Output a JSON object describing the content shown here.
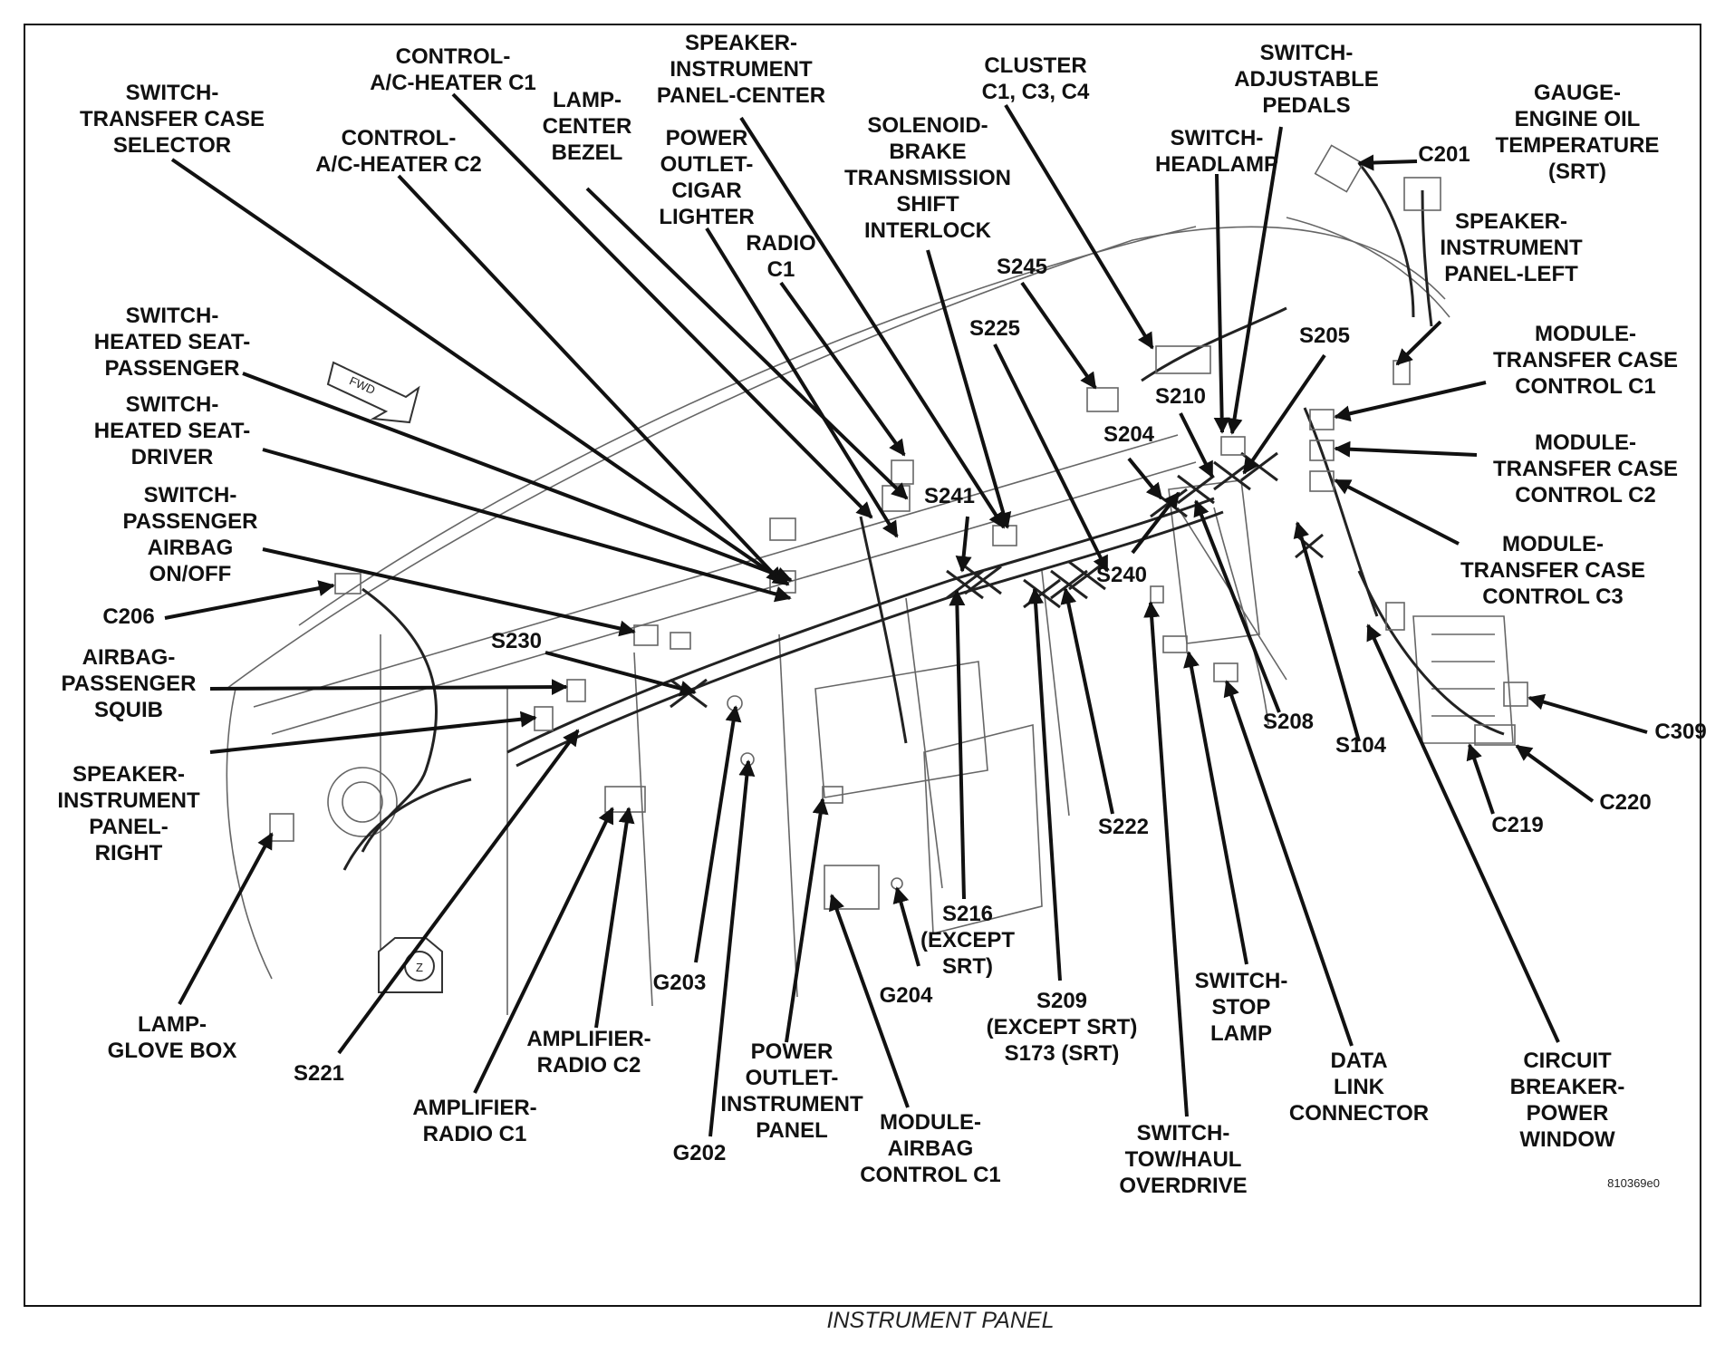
{
  "caption": "INSTRUMENT PANEL",
  "drawing_code": "810369e0",
  "fwd_label": "FWD",
  "ground_symbol": "Z",
  "labels": [
    {
      "id": "switch-transfer-case-selector",
      "lines": [
        "SWITCH-",
        "TRANSFER CASE",
        "SELECTOR"
      ]
    },
    {
      "id": "control-ac-heater-c1",
      "lines": [
        "CONTROL-",
        "A/C-HEATER C1"
      ]
    },
    {
      "id": "control-ac-heater-c2",
      "lines": [
        "CONTROL-",
        "A/C-HEATER C2"
      ]
    },
    {
      "id": "lamp-center-bezel",
      "lines": [
        "LAMP-",
        "CENTER",
        "BEZEL"
      ]
    },
    {
      "id": "speaker-instrument-panel-center",
      "lines": [
        "SPEAKER-",
        "INSTRUMENT",
        "PANEL-CENTER"
      ]
    },
    {
      "id": "power-outlet-cigar-lighter",
      "lines": [
        "POWER",
        "OUTLET-",
        "CIGAR",
        "LIGHTER"
      ]
    },
    {
      "id": "radio-c1",
      "lines": [
        "RADIO",
        "C1"
      ]
    },
    {
      "id": "solenoid-brake-transmission-shift-interlock",
      "lines": [
        "SOLENOID-",
        "BRAKE",
        "TRANSMISSION",
        "SHIFT",
        "INTERLOCK"
      ]
    },
    {
      "id": "cluster-c1-c3-c4",
      "lines": [
        "CLUSTER",
        "C1, C3, C4"
      ]
    },
    {
      "id": "switch-adjustable-pedals",
      "lines": [
        "SWITCH-",
        "ADJUSTABLE",
        "PEDALS"
      ]
    },
    {
      "id": "switch-headlamp",
      "lines": [
        "SWITCH-",
        "HEADLAMP"
      ]
    },
    {
      "id": "c201",
      "lines": [
        "C201"
      ]
    },
    {
      "id": "gauge-engine-oil-temperature",
      "lines": [
        "GAUGE-",
        "ENGINE OIL",
        "TEMPERATURE",
        "(SRT)"
      ]
    },
    {
      "id": "speaker-instrument-panel-left",
      "lines": [
        "SPEAKER-",
        "INSTRUMENT",
        "PANEL-LEFT"
      ]
    },
    {
      "id": "s245",
      "lines": [
        "S245"
      ]
    },
    {
      "id": "s225",
      "lines": [
        "S225"
      ]
    },
    {
      "id": "s205",
      "lines": [
        "S205"
      ]
    },
    {
      "id": "s210",
      "lines": [
        "S210"
      ]
    },
    {
      "id": "s204",
      "lines": [
        "S204"
      ]
    },
    {
      "id": "module-transfer-case-control-c1",
      "lines": [
        "MODULE-",
        "TRANSFER CASE",
        "CONTROL C1"
      ]
    },
    {
      "id": "module-transfer-case-control-c2",
      "lines": [
        "MODULE-",
        "TRANSFER CASE",
        "CONTROL C2"
      ]
    },
    {
      "id": "module-transfer-case-control-c3",
      "lines": [
        "MODULE-",
        "TRANSFER CASE",
        "CONTROL C3"
      ]
    },
    {
      "id": "switch-heated-seat-passenger",
      "lines": [
        "SWITCH-",
        "HEATED SEAT-",
        "PASSENGER"
      ]
    },
    {
      "id": "switch-heated-seat-driver",
      "lines": [
        "SWITCH-",
        "HEATED SEAT-",
        "DRIVER"
      ]
    },
    {
      "id": "switch-passenger-airbag-on-off",
      "lines": [
        "SWITCH-",
        "PASSENGER",
        "AIRBAG",
        "ON/OFF"
      ]
    },
    {
      "id": "c206",
      "lines": [
        "C206"
      ]
    },
    {
      "id": "s241",
      "lines": [
        "S241"
      ]
    },
    {
      "id": "s240",
      "lines": [
        "S240"
      ]
    },
    {
      "id": "s230",
      "lines": [
        "S230"
      ]
    },
    {
      "id": "airbag-passenger-squib",
      "lines": [
        "AIRBAG-",
        "PASSENGER",
        "SQUIB"
      ]
    },
    {
      "id": "speaker-instrument-panel-right",
      "lines": [
        "SPEAKER-",
        "INSTRUMENT",
        "PANEL-",
        "RIGHT"
      ]
    },
    {
      "id": "s208",
      "lines": [
        "S208"
      ]
    },
    {
      "id": "s104",
      "lines": [
        "S104"
      ]
    },
    {
      "id": "c309",
      "lines": [
        "C309"
      ]
    },
    {
      "id": "c220",
      "lines": [
        "C220"
      ]
    },
    {
      "id": "c219",
      "lines": [
        "C219"
      ]
    },
    {
      "id": "s222",
      "lines": [
        "S222"
      ]
    },
    {
      "id": "s216",
      "lines": [
        "S216",
        "(EXCEPT",
        "SRT)"
      ]
    },
    {
      "id": "g203",
      "lines": [
        "G203"
      ]
    },
    {
      "id": "g204",
      "lines": [
        "G204"
      ]
    },
    {
      "id": "lamp-glove-box",
      "lines": [
        "LAMP-",
        "GLOVE BOX"
      ]
    },
    {
      "id": "s221",
      "lines": [
        "S221"
      ]
    },
    {
      "id": "amplifier-radio-c2",
      "lines": [
        "AMPLIFIER-",
        "RADIO C2"
      ]
    },
    {
      "id": "amplifier-radio-c1",
      "lines": [
        "AMPLIFIER-",
        "RADIO C1"
      ]
    },
    {
      "id": "g202",
      "lines": [
        "G202"
      ]
    },
    {
      "id": "power-outlet-instrument-panel",
      "lines": [
        "POWER",
        "OUTLET-",
        "INSTRUMENT",
        "PANEL"
      ]
    },
    {
      "id": "module-airbag-control-c1",
      "lines": [
        "MODULE-",
        "AIRBAG",
        "CONTROL C1"
      ]
    },
    {
      "id": "s209-s173",
      "lines": [
        "S209",
        "(EXCEPT SRT)",
        "S173 (SRT)"
      ]
    },
    {
      "id": "switch-stop-lamp",
      "lines": [
        "SWITCH-",
        "STOP",
        "LAMP"
      ]
    },
    {
      "id": "switch-tow-haul-overdrive",
      "lines": [
        "SWITCH-",
        "TOW/HAUL",
        "OVERDRIVE"
      ]
    },
    {
      "id": "data-link-connector",
      "lines": [
        "DATA",
        "LINK",
        "CONNECTOR"
      ]
    },
    {
      "id": "circuit-breaker-power-window",
      "lines": [
        "CIRCUIT",
        "BREAKER-",
        "POWER",
        "WINDOW"
      ]
    }
  ]
}
